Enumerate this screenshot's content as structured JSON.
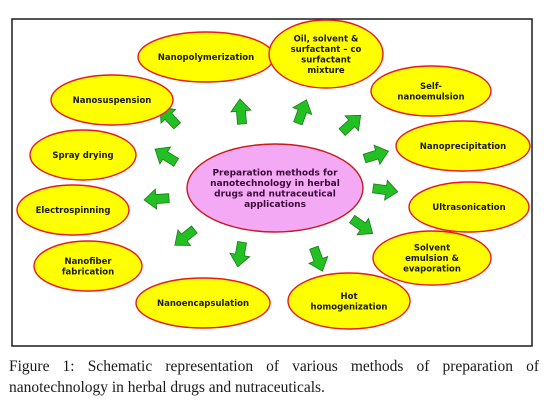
{
  "colors": {
    "frame": "#1a1a1a",
    "node_fill": "#ffff00",
    "node_stroke": "#e8191c",
    "center_fill": "#f4a9f4",
    "center_stroke": "#c8191c",
    "arrow_fill": "#22c022",
    "arrow_stroke": "#1b7a1b"
  },
  "center": {
    "lines": [
      "Preparation methods for",
      "nanotechnology in herbal",
      "drugs and nutraceutical",
      "applications"
    ]
  },
  "nodes": [
    {
      "id": "nanopolymerization",
      "lines": [
        "Nanopolymerization"
      ]
    },
    {
      "id": "oil-solvent",
      "lines": [
        "Oil, solvent &",
        "surfactant – co",
        "surfactant",
        "mixture"
      ]
    },
    {
      "id": "self-nanoemulsion",
      "lines": [
        "Self-",
        "nanoemulsion"
      ]
    },
    {
      "id": "nanoprecipitation",
      "lines": [
        "Nanoprecipitation"
      ]
    },
    {
      "id": "ultrasonication",
      "lines": [
        "Ultrasonication"
      ]
    },
    {
      "id": "solvent-emulsion",
      "lines": [
        "Solvent",
        "emulsion &",
        "evaporation"
      ]
    },
    {
      "id": "hot-homogenization",
      "lines": [
        "Hot",
        "homogenization"
      ]
    },
    {
      "id": "nanoencapsulation",
      "lines": [
        "Nanoencapsulation"
      ]
    },
    {
      "id": "nanofiber",
      "lines": [
        "Nanofiber",
        "fabrication"
      ]
    },
    {
      "id": "electrospinning",
      "lines": [
        "Electrospinning"
      ]
    },
    {
      "id": "spray-drying",
      "lines": [
        "Spray drying"
      ]
    },
    {
      "id": "nanosuspension",
      "lines": [
        "Nanosuspension"
      ]
    }
  ],
  "caption": {
    "label": "Figure 1:",
    "text": "Schematic representation of various methods of preparation of nanotechnology in herbal drugs and nutraceuticals."
  }
}
